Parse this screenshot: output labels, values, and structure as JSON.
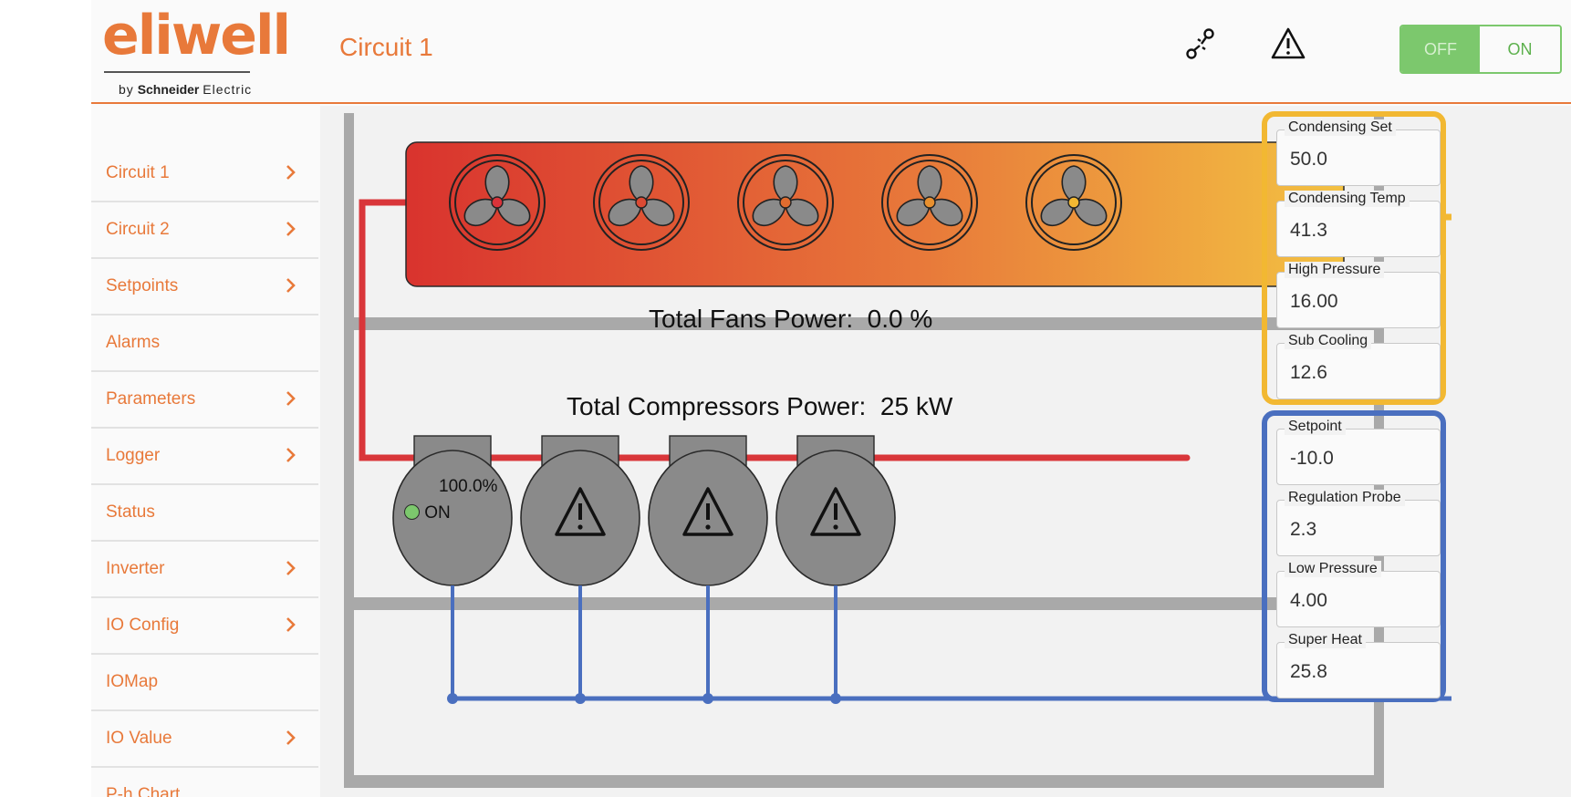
{
  "brand": {
    "logo_text": "eliwell",
    "sub_prefix": "by",
    "sub_brand": "Schneider",
    "sub_suffix": "Electric"
  },
  "header": {
    "title": "Circuit 1",
    "toggle": {
      "off_label": "OFF",
      "on_label": "ON",
      "state": "ON"
    }
  },
  "sidebar": {
    "items": [
      {
        "label": "Circuit 1",
        "has_chevron": true
      },
      {
        "label": "Circuit 2",
        "has_chevron": true
      },
      {
        "label": "Setpoints",
        "has_chevron": true
      },
      {
        "label": "Alarms",
        "has_chevron": false
      },
      {
        "label": "Parameters",
        "has_chevron": true
      },
      {
        "label": "Logger",
        "has_chevron": true
      },
      {
        "label": "Status",
        "has_chevron": false
      },
      {
        "label": "Inverter",
        "has_chevron": true
      },
      {
        "label": "IO Config",
        "has_chevron": true
      },
      {
        "label": "IOMap",
        "has_chevron": false
      },
      {
        "label": "IO Value",
        "has_chevron": true
      },
      {
        "label": "P-h Chart",
        "has_chevron": false
      }
    ]
  },
  "diagram": {
    "fans_label": "Total Fans Power:",
    "fans_value": "0.0 %",
    "compressors_label": "Total Compressors Power:",
    "compressors_value": "25 kW",
    "compressors": [
      {
        "power": "100.0%",
        "status": "ON",
        "alarm": false
      },
      {
        "alarm": true
      },
      {
        "alarm": true
      },
      {
        "alarm": true
      }
    ],
    "fan_count": 5
  },
  "condenser_panel": {
    "accent": "#f2b832",
    "fields": [
      {
        "label": "Condensing Set",
        "value": "50.0"
      },
      {
        "label": "Condensing Temp",
        "value": "41.3"
      },
      {
        "label": "High Pressure",
        "value": "16.00"
      },
      {
        "label": "Sub Cooling",
        "value": "12.6"
      }
    ]
  },
  "evaporator_panel": {
    "accent": "#4a6fbf",
    "fields": [
      {
        "label": "Setpoint",
        "value": "-10.0"
      },
      {
        "label": "Regulation Probe",
        "value": "2.3"
      },
      {
        "label": "Low Pressure",
        "value": "4.00"
      },
      {
        "label": "Super Heat",
        "value": "25.8"
      }
    ]
  },
  "colors": {
    "accent": "#e8793a",
    "on_green": "#7cc86d",
    "hot_line": "#d9363a",
    "cold_line": "#4a6fbf"
  }
}
